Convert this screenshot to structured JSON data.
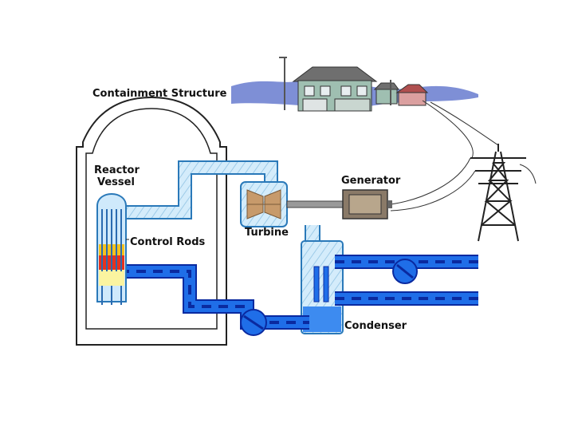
{
  "labels": {
    "containment": "Containment Structure",
    "reactor_line1": "Reactor",
    "reactor_line2": "Vessel",
    "generator": "Generator",
    "control_rods": "Control Rods",
    "turbine": "Turbine",
    "condenser": "Condenser"
  },
  "colors": {
    "steam_fill": "#cfe9fb",
    "steam_outline": "#2a79b9",
    "water_fill": "#1f6ee8",
    "water_dash": "#0a2aa0",
    "containment_outline": "#222222",
    "core_hot": "#e8321e",
    "core_warm": "#f5c21d",
    "core_base": "#fbf4a0",
    "house": "#9fbfb1",
    "roof": "#6f6f6f",
    "landscape": "#7e8fd6"
  },
  "icons": [
    "house-icon",
    "power-tower-icon",
    "turbine-icon",
    "generator-icon",
    "pump-icon"
  ]
}
